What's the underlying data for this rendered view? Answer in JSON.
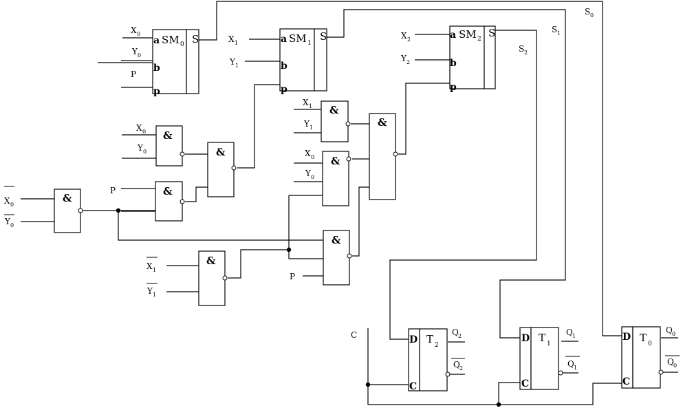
{
  "diagram": {
    "adders": [
      {
        "id": "sm0",
        "name": "SM",
        "index": "0",
        "pins": [
          "a",
          "b",
          "p"
        ],
        "out": "S"
      },
      {
        "id": "sm1",
        "name": "SM",
        "index": "1",
        "pins": [
          "a",
          "b",
          "p"
        ],
        "out": "S"
      },
      {
        "id": "sm2",
        "name": "SM",
        "index": "2",
        "pins": [
          "a",
          "b",
          "p"
        ],
        "out": "S"
      }
    ],
    "gate_symbol": "&",
    "flipflops": [
      {
        "id": "t2",
        "name": "T",
        "index": "2",
        "d": "D",
        "c": "C",
        "q": "Q",
        "qbar": "Q",
        "qsub": "2"
      },
      {
        "id": "t1",
        "name": "T",
        "index": "1",
        "d": "D",
        "c": "C",
        "q": "Q",
        "qbar": "Q",
        "qsub": "1"
      },
      {
        "id": "t0",
        "name": "T",
        "index": "0",
        "d": "D",
        "c": "C",
        "q": "Q",
        "qbar": "Q",
        "qsub": "0"
      }
    ],
    "labels": {
      "sm0_x": {
        "main": "X",
        "sub": "0"
      },
      "sm0_y": {
        "main": "Y",
        "sub": "0"
      },
      "sm0_p": {
        "main": "P",
        "sub": ""
      },
      "sm1_x": {
        "main": "X",
        "sub": "1"
      },
      "sm1_y": {
        "main": "Y",
        "sub": "1"
      },
      "sm2_x": {
        "main": "X",
        "sub": "2"
      },
      "sm2_y": {
        "main": "Y",
        "sub": "2"
      },
      "g1_x": {
        "main": "X",
        "sub": "0"
      },
      "g1_y": {
        "main": "Y",
        "sub": "0"
      },
      "g2_p": {
        "main": "P",
        "sub": ""
      },
      "g0_x": {
        "main": "X",
        "sub": "0"
      },
      "g0_y": {
        "main": "Y",
        "sub": "0"
      },
      "g5_x": {
        "main": "X",
        "sub": "1"
      },
      "g5_y": {
        "main": "Y",
        "sub": "1"
      },
      "g6_x": {
        "main": "X",
        "sub": "1"
      },
      "g6_y": {
        "main": "Y",
        "sub": "1"
      },
      "g7_x": {
        "main": "X",
        "sub": "0"
      },
      "g7_y": {
        "main": "Y",
        "sub": "0"
      },
      "g8_p": {
        "main": "P",
        "sub": ""
      },
      "s0": {
        "main": "S",
        "sub": "0"
      },
      "s1": {
        "main": "S",
        "sub": "1"
      },
      "s2": {
        "main": "S",
        "sub": "2"
      },
      "clk": {
        "main": "C",
        "sub": ""
      }
    }
  }
}
